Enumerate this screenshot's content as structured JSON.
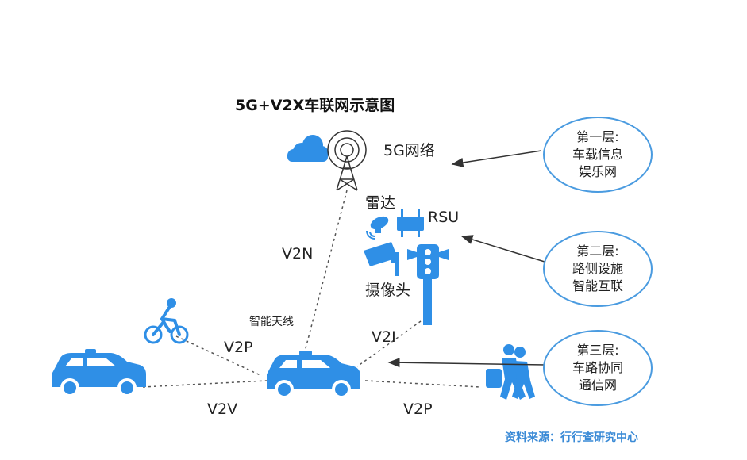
{
  "title": "5G+V2X车联网示意图",
  "nodes": {
    "network_5g": "5G网络",
    "radar": "雷达",
    "rsu": "RSU",
    "camera": "摄像头",
    "smart_antenna": "智能天线"
  },
  "links": {
    "v2n": "V2N",
    "v2p_left": "V2P",
    "v2i": "V2I",
    "v2v": "V2V",
    "v2p_right": "V2P"
  },
  "layers": [
    {
      "title": "第一层:",
      "lines": [
        "车载信息",
        "娱乐网"
      ]
    },
    {
      "title": "第二层:",
      "lines": [
        "路侧设施",
        "智能互联"
      ]
    },
    {
      "title": "第三层:",
      "lines": [
        "车路协同",
        "通信网"
      ]
    }
  ],
  "source": "资料来源：行行查研究中心",
  "colors": {
    "accent": "#3a8ad6",
    "icon_blue": "#2f8fe6",
    "outline": "#4a9be0"
  }
}
